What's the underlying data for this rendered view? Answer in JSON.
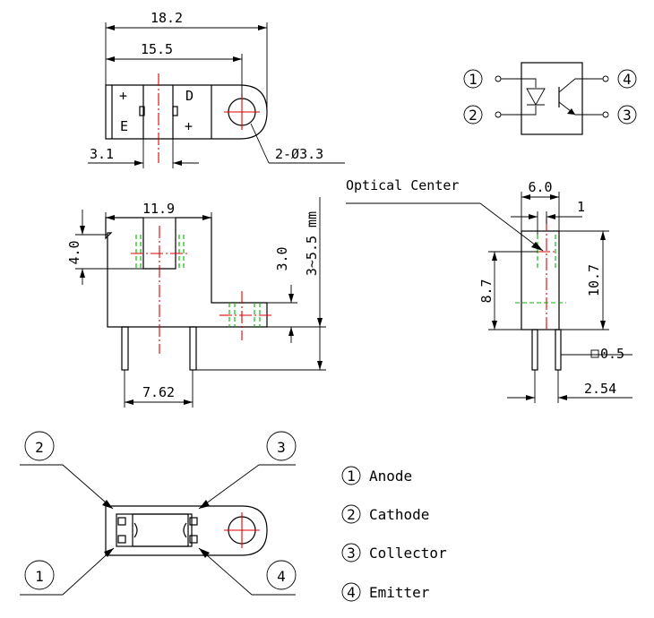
{
  "top_view": {
    "dim_total": "18.2",
    "dim_hole_center": "15.5",
    "dim_left": "3.1",
    "hole_callout": "2-Ø3.3",
    "mark_plus_left": "+",
    "mark_e": "E",
    "mark_d": "D",
    "mark_plus_right": "+"
  },
  "front_view": {
    "dim_slot_width": "11.9",
    "dim_slot_depth": "4.0",
    "dim_tab_height": "3.0",
    "dim_lead_length": "3~5.5 mm",
    "dim_pin_pitch": "7.62"
  },
  "side_view": {
    "optical_center_label": "Optical Center",
    "dim_width": "6.0",
    "dim_gap": "1",
    "dim_center_height": "8.7",
    "dim_total_height": "10.7",
    "dim_lead_size": "0.5",
    "dim_lead_pitch": "2.54"
  },
  "schematic": {
    "pin1": "1",
    "pin2": "2",
    "pin3": "3",
    "pin4": "4"
  },
  "bottom_view": {
    "pin1": "1",
    "pin2": "2",
    "pin3": "3",
    "pin4": "4"
  },
  "legend": [
    {
      "num": "1",
      "label": "Anode"
    },
    {
      "num": "2",
      "label": "Cathode"
    },
    {
      "num": "3",
      "label": "Collector"
    },
    {
      "num": "4",
      "label": "Emitter"
    }
  ],
  "colors": {
    "outline": "#000000",
    "center_line": "#e00000",
    "hidden_line": "#00b000"
  }
}
